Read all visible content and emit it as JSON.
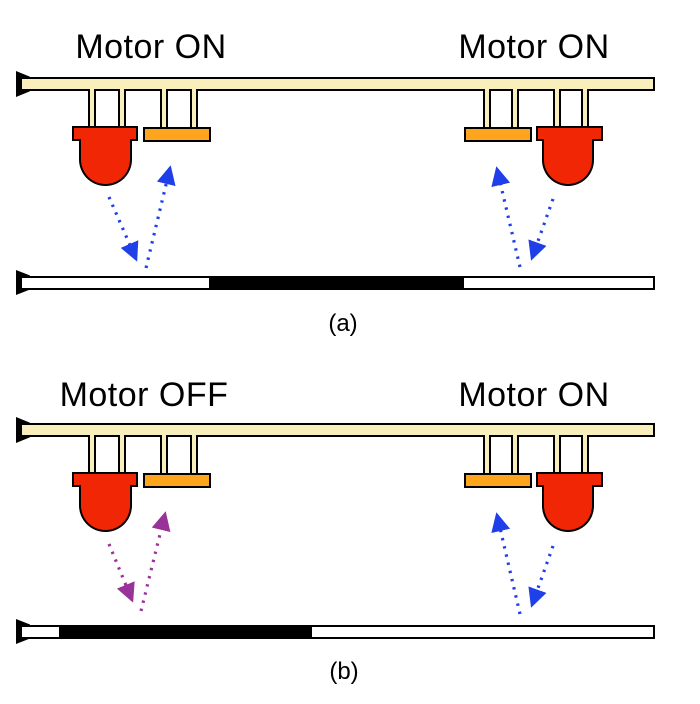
{
  "panels": {
    "a": {
      "caption": "(a)",
      "left_label": "Motor ON",
      "right_label": "Motor ON",
      "left_ray_color": "#1F3FE8",
      "right_ray_color": "#1F3FE8"
    },
    "b": {
      "caption": "(b)",
      "left_label": "Motor OFF",
      "right_label": "Motor ON",
      "left_ray_color": "#99339A",
      "right_ray_color": "#1F3FE8"
    }
  },
  "colors": {
    "background": "#FFFFFF",
    "circuit_board": "#F8EFBD",
    "led_red": "#F02605",
    "photosensor_orange": "#FFA41D",
    "ray_blue": "#1F3FE8",
    "ray_purple": "#99339A",
    "outline": "#000000",
    "track_line_black": "#000000",
    "track_surface_white": "#FFFFFF"
  }
}
